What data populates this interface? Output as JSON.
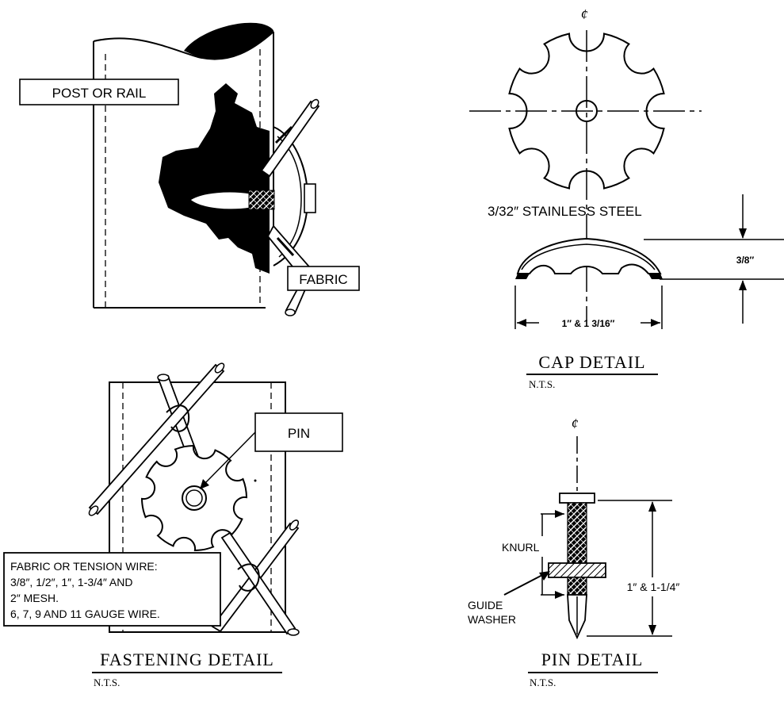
{
  "post": {
    "post_label": "POST OR RAIL",
    "fabric_label": "FABRIC"
  },
  "cap": {
    "centerline": "¢",
    "material": "3/32″ STAINLESS STEEL",
    "height_dim": "3/8″",
    "width_dim": "1″ & 1 3/16″",
    "title": "CAP DETAIL",
    "nts": "N.T.S."
  },
  "fastening": {
    "pin_label": "PIN",
    "note_line1": "FABRIC OR TENSION WIRE:",
    "note_line2": "3/8″, 1/2″, 1″, 1-3/4″ AND",
    "note_line3": "2″ MESH.",
    "note_line4": "6, 7, 9 AND 11 GAUGE WIRE.",
    "title": "FASTENING DETAIL",
    "nts": "N.T.S."
  },
  "pin": {
    "centerline": "¢",
    "knurl_label": "KNURL",
    "guide_label1": "GUIDE",
    "guide_label2": "WASHER",
    "length_dim": "1″ & 1-1/4″",
    "title": "PIN DETAIL",
    "nts": "N.T.S."
  }
}
